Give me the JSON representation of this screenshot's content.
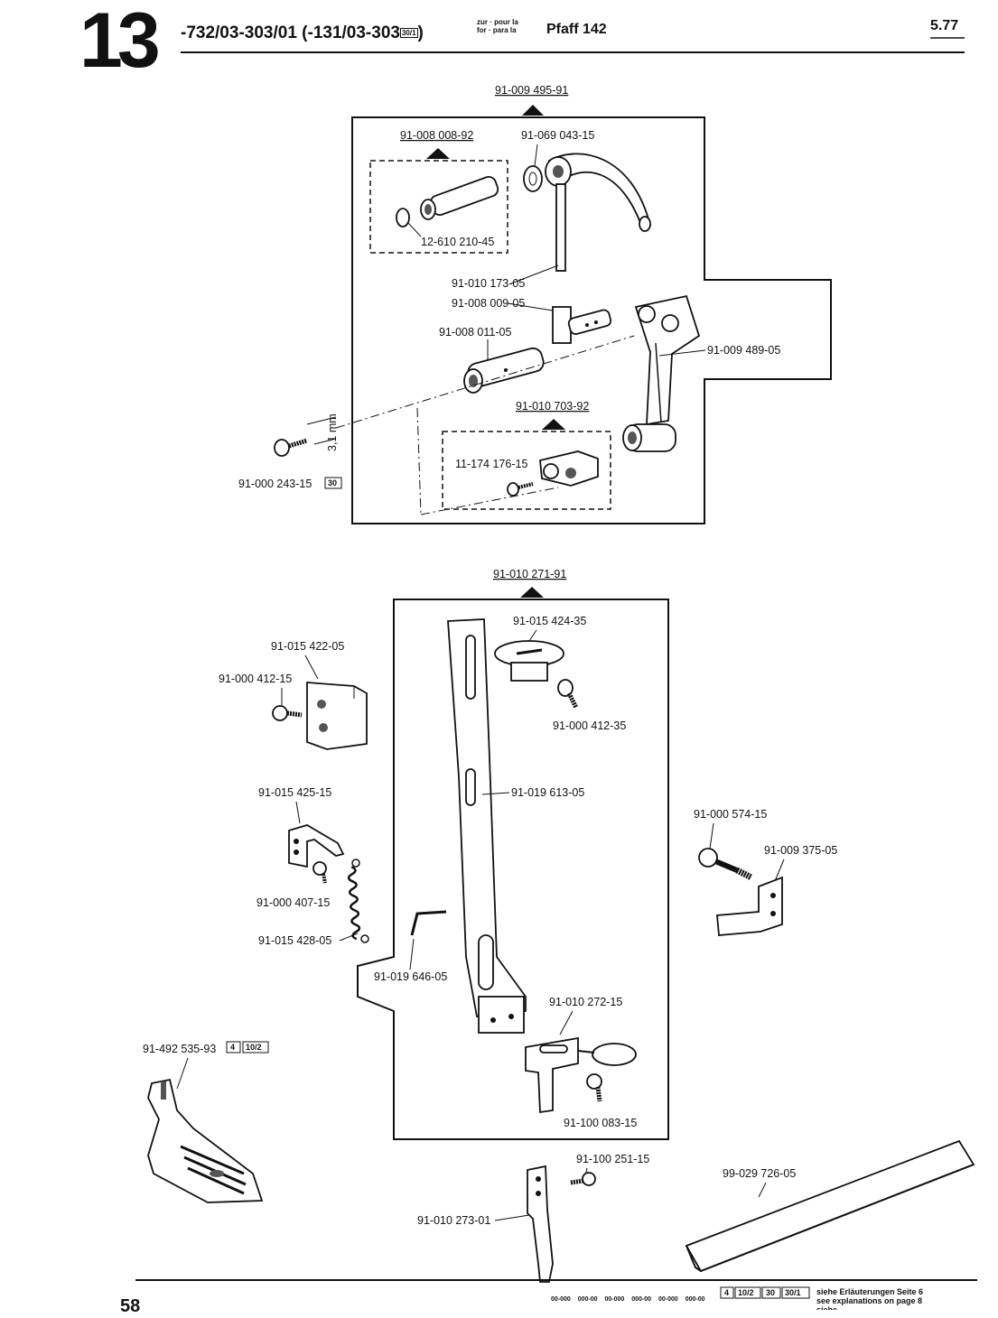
{
  "header": {
    "chapter": "13",
    "model_line": "-732/03-303/01 (-131/03-303",
    "model_badge": "30/1",
    "model_close": ")",
    "zur_line1": "zur · pour la",
    "zur_line2": "for · para la",
    "machine": "Pfaff 142",
    "revision": "5.77"
  },
  "footer": {
    "page_number": "58",
    "codes": "00-000 000-00  00-000 000-00  00-000 000-00",
    "badges": [
      "4",
      "10/2",
      "30",
      "30/1"
    ],
    "notes": [
      "siehe Erläuterungen Seite 6",
      "see explanations on page 8",
      "siehe ..."
    ]
  },
  "assemblies": {
    "top": {
      "label": "91-009 495-91",
      "sub1": "91-008 008-92",
      "sub2": "91-010 703-92",
      "parts": {
        "washer": "91-069 043-15",
        "ring": "12-610 210-45",
        "pin": "91-010 173-05",
        "sleeve": "91-008 009-05",
        "shaft": "91-008 011-05",
        "link": "91-009 489-05",
        "screw_sub2": "11-174 176-15",
        "screw_out": "91-000 243-15",
        "screw_out_badge": "30",
        "dimension": "3,1 mm"
      }
    },
    "bottom": {
      "label": "91-010 271-91",
      "parts": {
        "block": "91-015 422-05",
        "block_screw": "91-000 412-15",
        "cap": "91-015 424-35",
        "cap_screw": "91-000 412-35",
        "bar": "91-019 613-05",
        "bracket": "91-015 425-15",
        "bracket_screw": "91-000 407-15",
        "spring": "91-015 428-05",
        "wire": "91-019 646-05",
        "lever": "91-010 272-15",
        "lever_screw": "91-100 083-15"
      }
    },
    "loose": {
      "foot": "91-492 535-93",
      "foot_badges": [
        "4",
        "10/2"
      ],
      "bolt": "91-000 574-15",
      "guide": "91-009 375-05",
      "guide_screw": "91-100 251-15",
      "blade": "91-010 273-01",
      "strip": "99-029 726-05"
    }
  }
}
